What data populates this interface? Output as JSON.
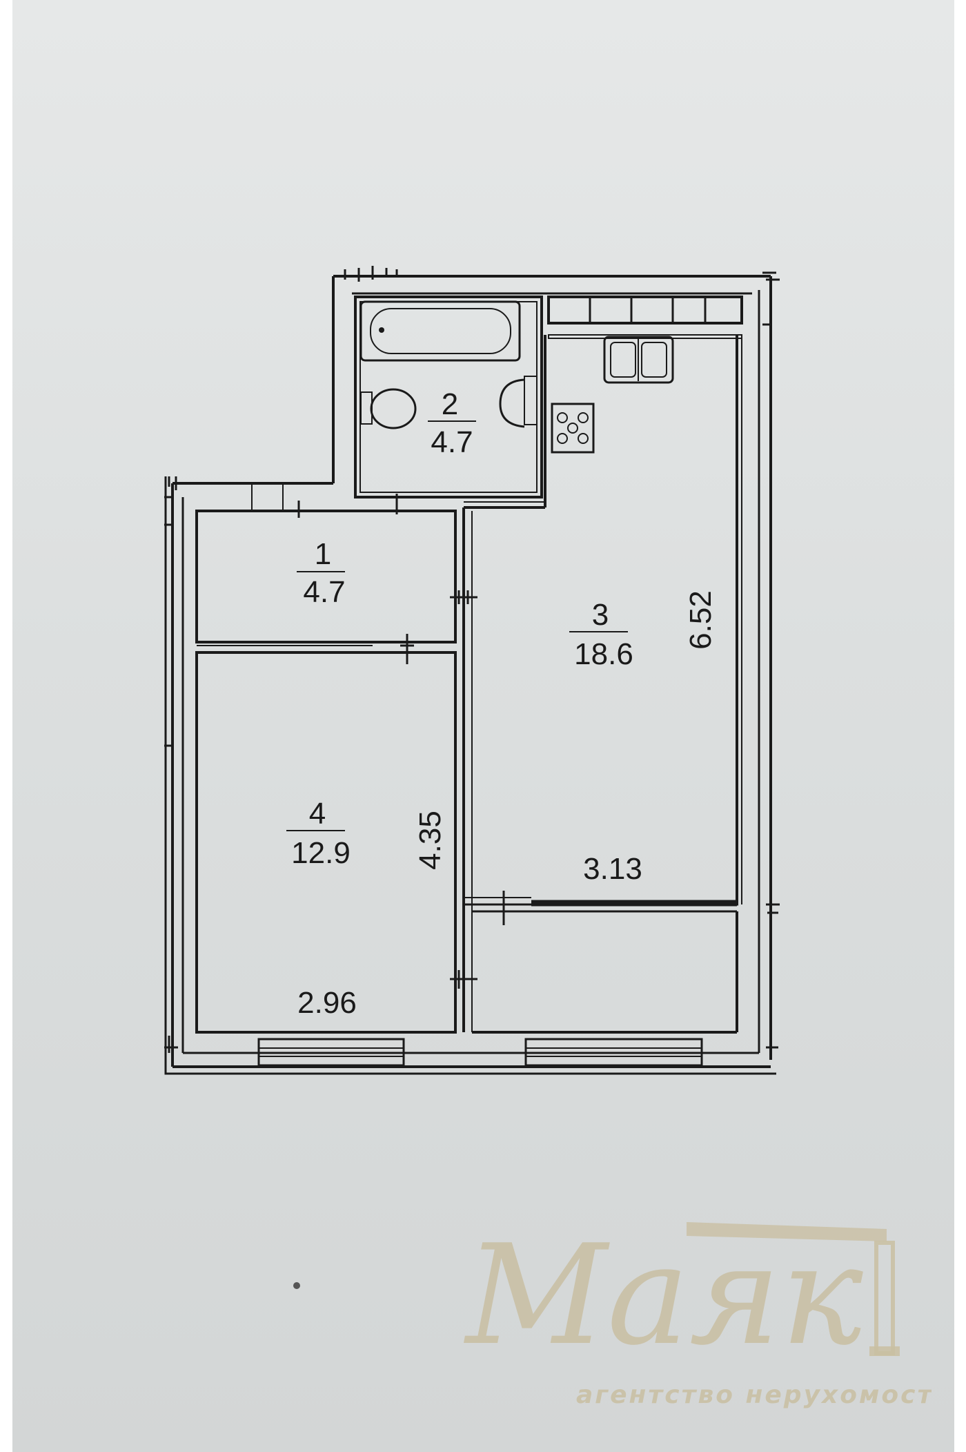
{
  "rooms": [
    {
      "number": "1",
      "area": "4.7"
    },
    {
      "number": "2",
      "area": "4.7"
    },
    {
      "number": "3",
      "area": "18.6"
    },
    {
      "number": "4",
      "area": "12.9"
    }
  ],
  "dimensions": {
    "kitchen_length": "6.52",
    "kitchen_width": "3.13",
    "bedroom_length": "4.35",
    "bedroom_width": "2.96"
  },
  "watermark": {
    "brand": "Маяк",
    "tagline": "агентство нерухомості"
  },
  "colors": {
    "paper": "#dcdfdf",
    "ink": "#1a1a1a",
    "watermark": "#c9bfa2"
  }
}
